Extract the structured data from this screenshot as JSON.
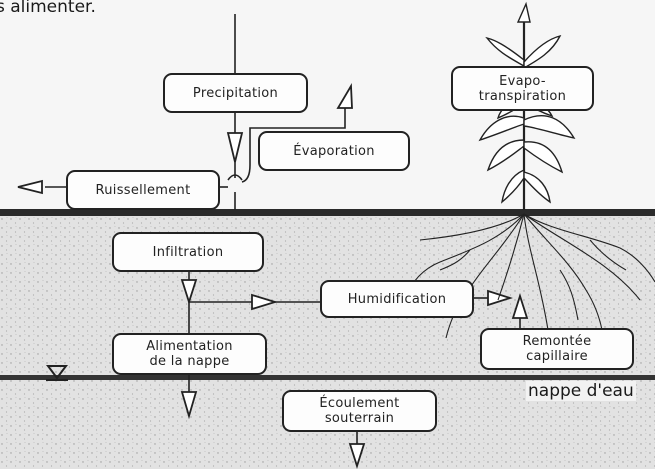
{
  "top_text": "s alimenter.",
  "boxes": {
    "precipitation": "Precipitation",
    "evaporation": "Évaporation",
    "ruissellement": "Ruissellement",
    "evapotranspiration_1": "Evapo-",
    "evapotranspiration_2": "transpiration",
    "infiltration": "Infiltration",
    "humidification": "Humidification",
    "alimentation_1": "Alimentation",
    "alimentation_2": "de la nappe",
    "remontee_1": "Remontée",
    "remontee_2": "capillaire",
    "ecoulement_1": "Écoulement",
    "ecoulement_2": "souterrain"
  },
  "water_table_label": "nappe d'eau",
  "colors": {
    "ink": "#222222",
    "soil": "#e4e4e4",
    "sky": "#f6f6f6"
  }
}
